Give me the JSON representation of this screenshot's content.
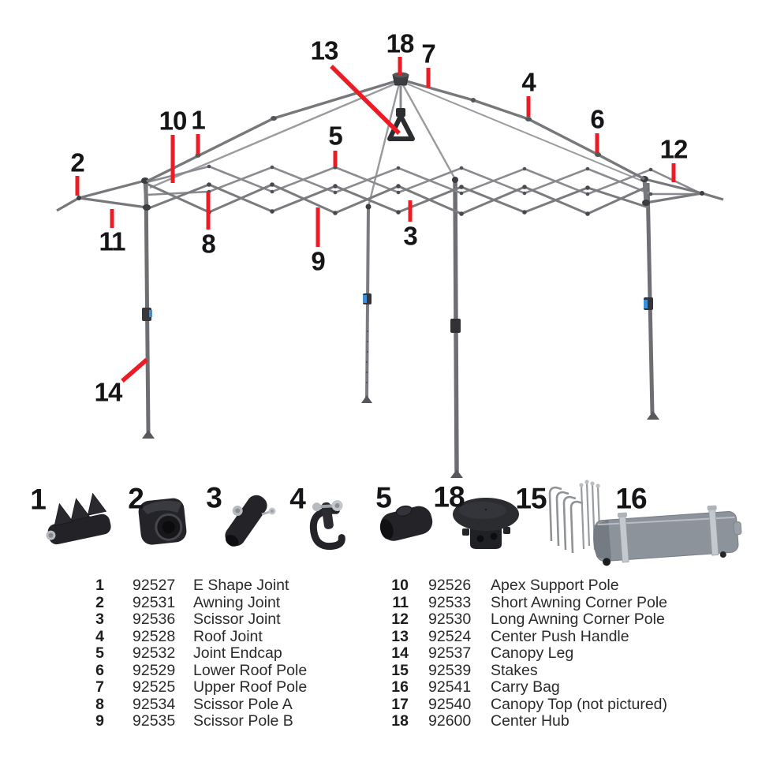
{
  "colors": {
    "accent_red": "#ed1c24",
    "frame_gray": "#77787b",
    "frame_light_gray": "#9a9b9f",
    "joint_dark": "#47484b",
    "leg_clip_blue": "#3f8fd6",
    "part_black": "#242428",
    "bag_gray": "#8d939b",
    "text_dark": "#2b2b2b"
  },
  "figure": {
    "callouts": {
      "n1": "1",
      "n2": "2",
      "n3": "3",
      "n4": "4",
      "n5": "5",
      "n6": "6",
      "n7": "7",
      "n8": "8",
      "n9": "9",
      "n10": "10",
      "n11": "11",
      "n12": "12",
      "n13": "13",
      "n14": "14",
      "n18": "18"
    }
  },
  "thumbnails": [
    {
      "label": "1",
      "icon": "e-shape-joint"
    },
    {
      "label": "2",
      "icon": "awning-joint"
    },
    {
      "label": "3",
      "icon": "scissor-joint"
    },
    {
      "label": "4",
      "icon": "roof-joint"
    },
    {
      "label": "5",
      "icon": "joint-endcap"
    },
    {
      "label": "18",
      "icon": "center-hub"
    },
    {
      "label": "15",
      "icon": "stakes"
    },
    {
      "label": "16",
      "icon": "carry-bag"
    }
  ],
  "parts_list": {
    "left": [
      {
        "num": "1",
        "part_no": "92527",
        "name": "E Shape Joint"
      },
      {
        "num": "2",
        "part_no": "92531",
        "name": "Awning Joint"
      },
      {
        "num": "3",
        "part_no": "92536",
        "name": "Scissor Joint"
      },
      {
        "num": "4",
        "part_no": "92528",
        "name": "Roof Joint"
      },
      {
        "num": "5",
        "part_no": "92532",
        "name": "Joint Endcap"
      },
      {
        "num": "6",
        "part_no": "92529",
        "name": "Lower Roof Pole"
      },
      {
        "num": "7",
        "part_no": "92525",
        "name": "Upper Roof Pole"
      },
      {
        "num": "8",
        "part_no": "92534",
        "name": "Scissor Pole A"
      },
      {
        "num": "9",
        "part_no": "92535",
        "name": "Scissor Pole B"
      }
    ],
    "right": [
      {
        "num": "10",
        "part_no": "92526",
        "name": "Apex Support Pole"
      },
      {
        "num": "11",
        "part_no": "92533",
        "name": "Short Awning Corner Pole"
      },
      {
        "num": "12",
        "part_no": "92530",
        "name": "Long Awning Corner Pole"
      },
      {
        "num": "13",
        "part_no": "92524",
        "name": "Center Push Handle"
      },
      {
        "num": "14",
        "part_no": "92537",
        "name": "Canopy Leg"
      },
      {
        "num": "15",
        "part_no": "92539",
        "name": "Stakes"
      },
      {
        "num": "16",
        "part_no": "92541",
        "name": "Carry Bag"
      },
      {
        "num": "17",
        "part_no": "92540",
        "name": "Canopy Top (not pictured)"
      },
      {
        "num": "18",
        "part_no": "92600",
        "name": "Center Hub"
      }
    ]
  }
}
